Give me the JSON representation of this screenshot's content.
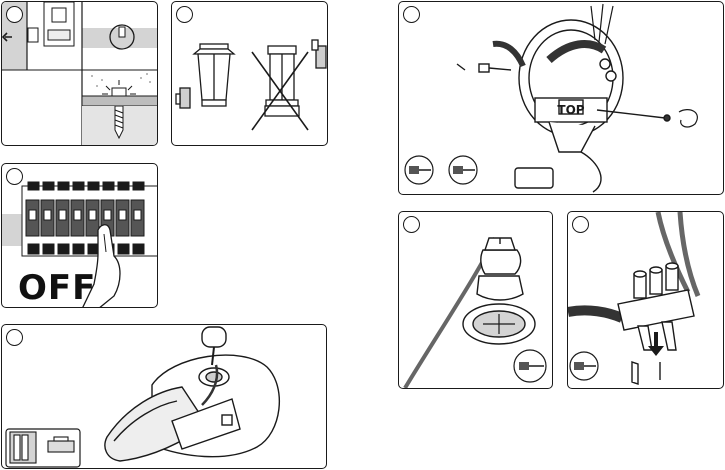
{
  "figure_title": "",
  "panels": [
    {
      "id": "mounting",
      "step_label": ""
    },
    {
      "id": "orientation",
      "step_label": ""
    },
    {
      "id": "power-off",
      "step_label": "",
      "power_label": "OFF"
    },
    {
      "id": "housing",
      "step_label": ""
    },
    {
      "id": "wiring",
      "step_label": "",
      "orientation_label": "TOP"
    },
    {
      "id": "cable-gland",
      "step_label": ""
    },
    {
      "id": "terminal",
      "step_label": ""
    }
  ],
  "icons": [
    "screwdriver-flat-icon",
    "screwdriver-phillips-icon",
    "spanner-icon",
    "cross-out-icon",
    "arrow-down-icon",
    "rotate-arrow-icon"
  ],
  "colors": {
    "outline": "#1a1a1a",
    "shade": "#d4d4d4",
    "cable": "#333333"
  }
}
